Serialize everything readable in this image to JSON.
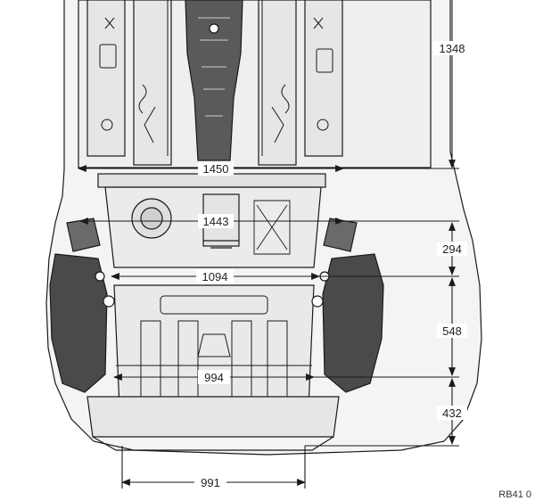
{
  "dimensions": {
    "width_front_rail": "1450",
    "width_mid_cross": "1443",
    "width_rear_mount": "1094",
    "width_rear_lower": "994",
    "width_rear_bumper": "991",
    "length_front_section": "1348",
    "length_cross_to_mount": "294",
    "length_mount_to_lower": "548",
    "length_lower_to_end": "432"
  },
  "reference_code": "RB41 0",
  "colors": {
    "line": "#1a1a1a",
    "panel_fill": "#ececec",
    "dark_fill": "#4a4a4a",
    "label_bg": "#ffffff"
  }
}
